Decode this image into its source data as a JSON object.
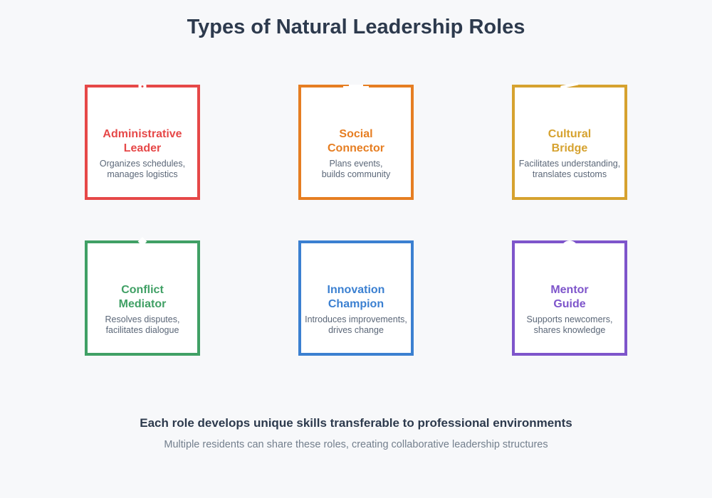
{
  "page": {
    "title": "Types of Natural Leadership Roles",
    "background_color": "#f7f8fa",
    "title_color": "#2d3a4d"
  },
  "cards": [
    {
      "id": "administrative-leader",
      "title": "Administrative\nLeader",
      "description": "Organizes schedules,\nmanages logistics",
      "color": "#e64848",
      "icon": "missing-emoji-glyph"
    },
    {
      "id": "social-connector",
      "title": "Social\nConnector",
      "description": "Plans events,\nbuilds community",
      "color": "#e67e22",
      "icon": "missing-emoji-glyph"
    },
    {
      "id": "cultural-bridge",
      "title": "Cultural\nBridge",
      "description": "Facilitates understanding,\ntranslates customs",
      "color": "#d6a22f",
      "icon": "missing-emoji-glyph"
    },
    {
      "id": "conflict-mediator",
      "title": "Conflict\nMediator",
      "description": "Resolves disputes,\nfacilitates dialogue",
      "color": "#40a065",
      "icon": "missing-emoji-glyph"
    },
    {
      "id": "innovation-champion",
      "title": "Innovation\nChampion",
      "description": "Introduces improvements,\ndrives change",
      "color": "#3b80d1",
      "icon": "none"
    },
    {
      "id": "mentor-guide",
      "title": "Mentor\nGuide",
      "description": "Supports newcomers,\nshares knowledge",
      "color": "#7e55cb",
      "icon": "missing-emoji-glyph"
    }
  ],
  "footer": {
    "heading": "Each role develops unique skills transferable to professional environments",
    "subtext": "Multiple residents can share these roles, creating collaborative leadership structures"
  }
}
